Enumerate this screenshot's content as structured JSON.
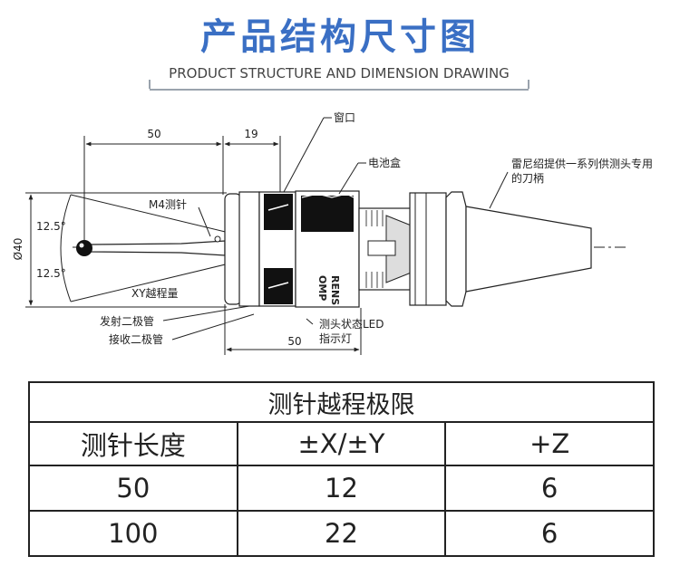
{
  "title": "产品结构尺寸图",
  "subtitle": "PRODUCT STRUCTURE AND DIMENSION DRAWING",
  "drawing": {
    "dims": {
      "stylus_length": "50",
      "window_offset": "19",
      "body_length": "50",
      "diameter": "Ø40",
      "angle_upper": "12.5°",
      "angle_lower": "12.5°"
    },
    "labels": {
      "window": "窗口",
      "battery_box": "电池盒",
      "shank_line1": "雷尼绍提供一系列供测头专用",
      "shank_line2": "的刀柄",
      "stylus": "M4测针",
      "xy_travel": "XY越程量",
      "emitter": "发射二极管",
      "receiver": "接收二极管",
      "led_line1": "测头状态LED",
      "led_line2": "指示灯"
    },
    "brand_text": [
      "RENS",
      "OMP"
    ]
  },
  "table": {
    "caption": "测针越程极限",
    "headers": [
      "测针长度",
      "±X/±Y",
      "+Z"
    ],
    "rows": [
      [
        "50",
        "12",
        "6"
      ],
      [
        "100",
        "22",
        "6"
      ]
    ]
  },
  "colors": {
    "title": "#3a6fc4",
    "rule": "#9aa3ad",
    "ink": "#222222"
  }
}
